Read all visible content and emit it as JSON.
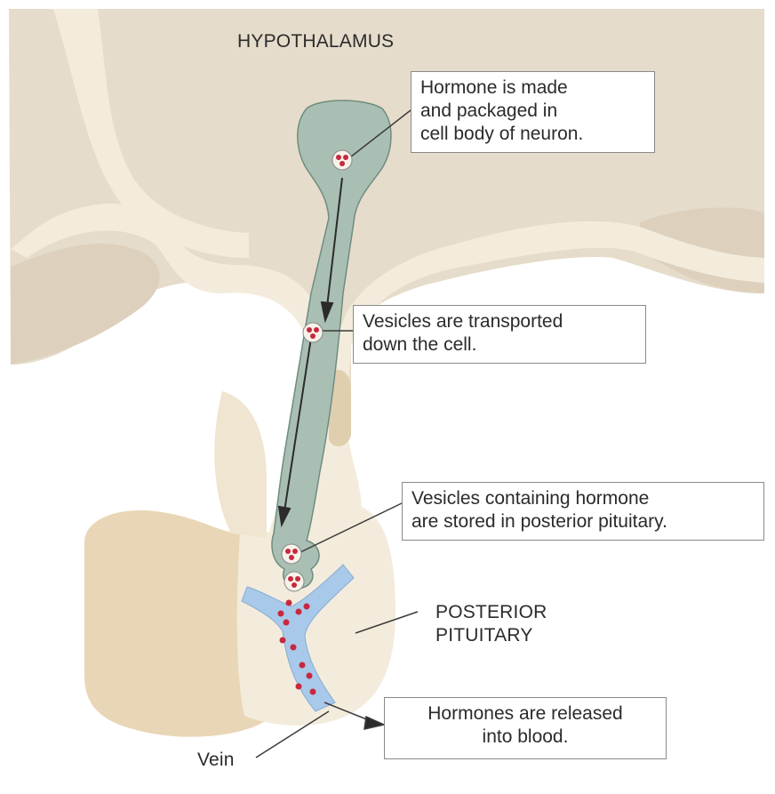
{
  "labels": {
    "hypothalamus": "HYPOTHALAMUS",
    "posterior_pituitary_line1": "POSTERIOR",
    "posterior_pituitary_line2": "PITUITARY",
    "vein": "Vein"
  },
  "callouts": {
    "made": [
      "Hormone is made",
      "and packaged in",
      "cell body of neuron."
    ],
    "transported": [
      "Vesicles are transported",
      "down the cell."
    ],
    "stored": [
      "Vesicles containing hormone",
      "are stored in posterior pituitary."
    ],
    "released": [
      "Hormones are released",
      "into blood."
    ]
  },
  "colors": {
    "brain_tan": "#e6dccb",
    "tissue_cream": "#f3ecdc",
    "pituitary_tan": "#e9d6b6",
    "neuron_green": "#a9bfb3",
    "vein_blue": "#a9c9ea",
    "vesicle_red": "#c8283e"
  }
}
